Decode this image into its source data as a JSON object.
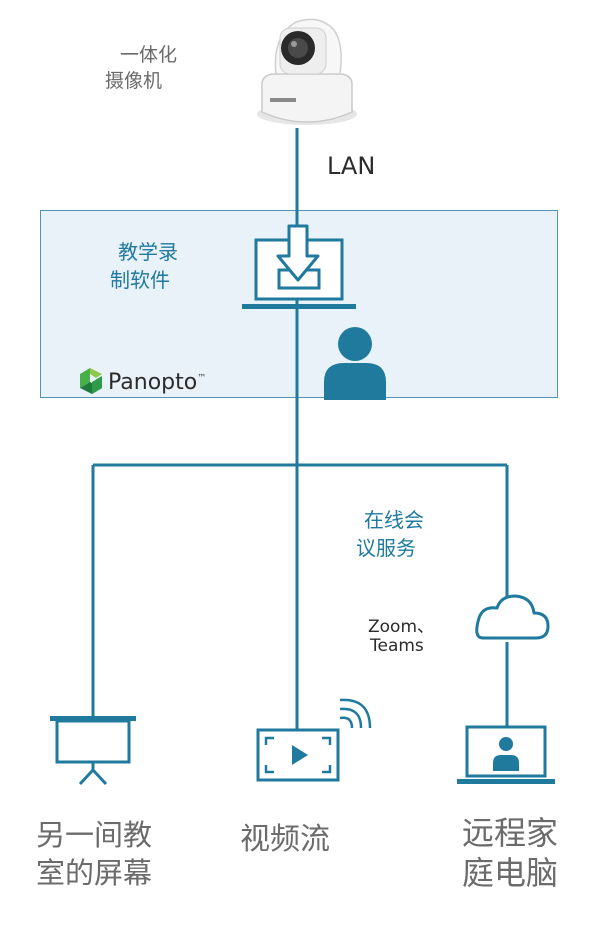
{
  "camera": {
    "line1": "一体化",
    "line2": "摄像机"
  },
  "network": {
    "label": "LAN"
  },
  "software": {
    "line1": "教学录",
    "line2": "制软件"
  },
  "brand": {
    "name": "Panopto",
    "mark": "™"
  },
  "conference": {
    "line1": "在线会",
    "line2": "议服务",
    "apps_line1": "Zoom、",
    "apps_line2": "Teams"
  },
  "outputs": {
    "classroom": {
      "line1": "另一间教",
      "line2": "室的屏幕"
    },
    "streaming": {
      "line1": "视频流"
    },
    "remote": {
      "line1": "远程家",
      "line2": "庭电脑"
    }
  },
  "colors": {
    "line": "#1f7a9e",
    "panel_fill": "#e9f2f8",
    "panel_border": "#4f95b8",
    "text_gray": "#6b6b6b"
  },
  "icons": [
    "camera-icon",
    "laptop-download-icon",
    "person-icon",
    "panopto-logo-icon",
    "cloud-icon",
    "projector-screen-icon",
    "video-stream-icon",
    "wifi-signal-icon",
    "remote-laptop-icon"
  ]
}
